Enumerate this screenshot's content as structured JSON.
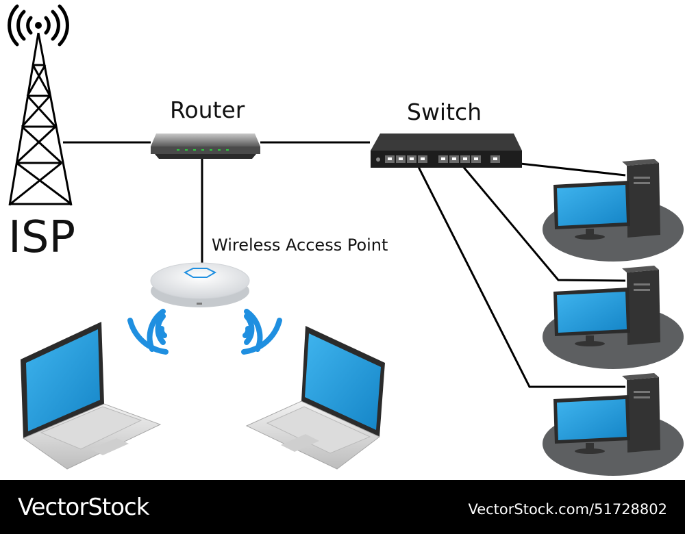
{
  "labels": {
    "isp": "ISP",
    "router": "Router",
    "switch": "Switch",
    "wap": "Wireless Access Point"
  },
  "footer": {
    "brand": "VectorStock",
    "stock_id": "VectorStock.com/51728802"
  },
  "colors": {
    "screen_blue": "#1b98d8",
    "wifi_blue": "#1f8fe0",
    "device_dark": "#2b2b2b",
    "platform_gray": "#5d5f61",
    "footer_bg": "#000000"
  }
}
